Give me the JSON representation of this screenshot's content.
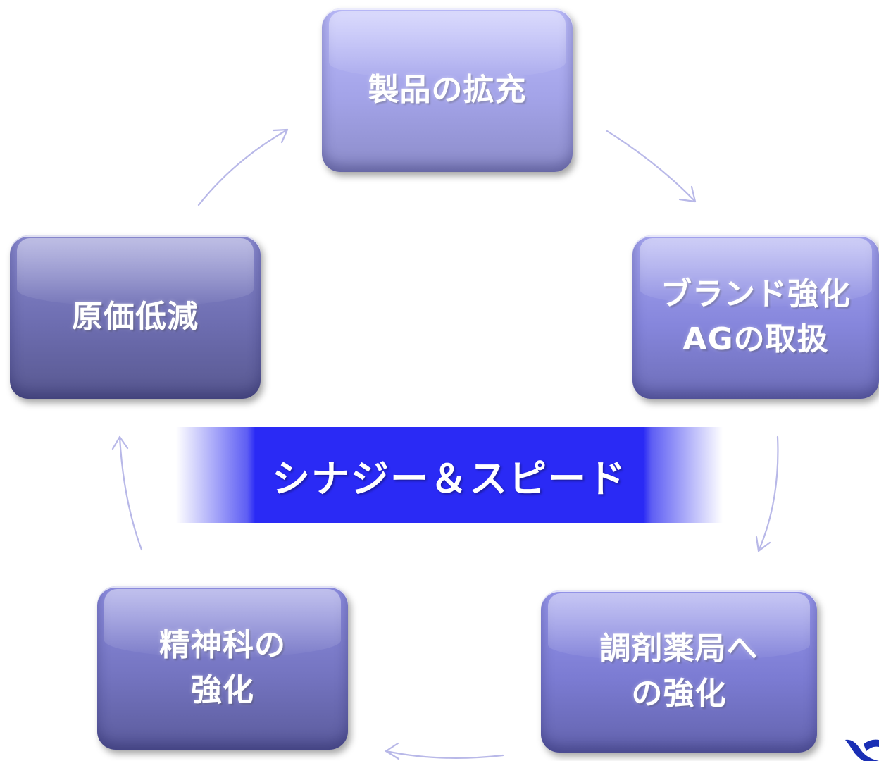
{
  "diagram": {
    "nodes": {
      "top": "製品の拡充",
      "right": "ブランド強化\nAGの取扱",
      "bottom_right": "調剤薬局へ\nの強化",
      "bottom_left": "精神科の\n強化",
      "left": "原価低減"
    },
    "center": "シナジー＆スピード"
  },
  "colors": {
    "center_band": "#2a2af5",
    "arrow": "#b8b8e8",
    "logo": "#1a2fb5"
  },
  "icons": {
    "corner_logo": "brand-logo-icon"
  }
}
